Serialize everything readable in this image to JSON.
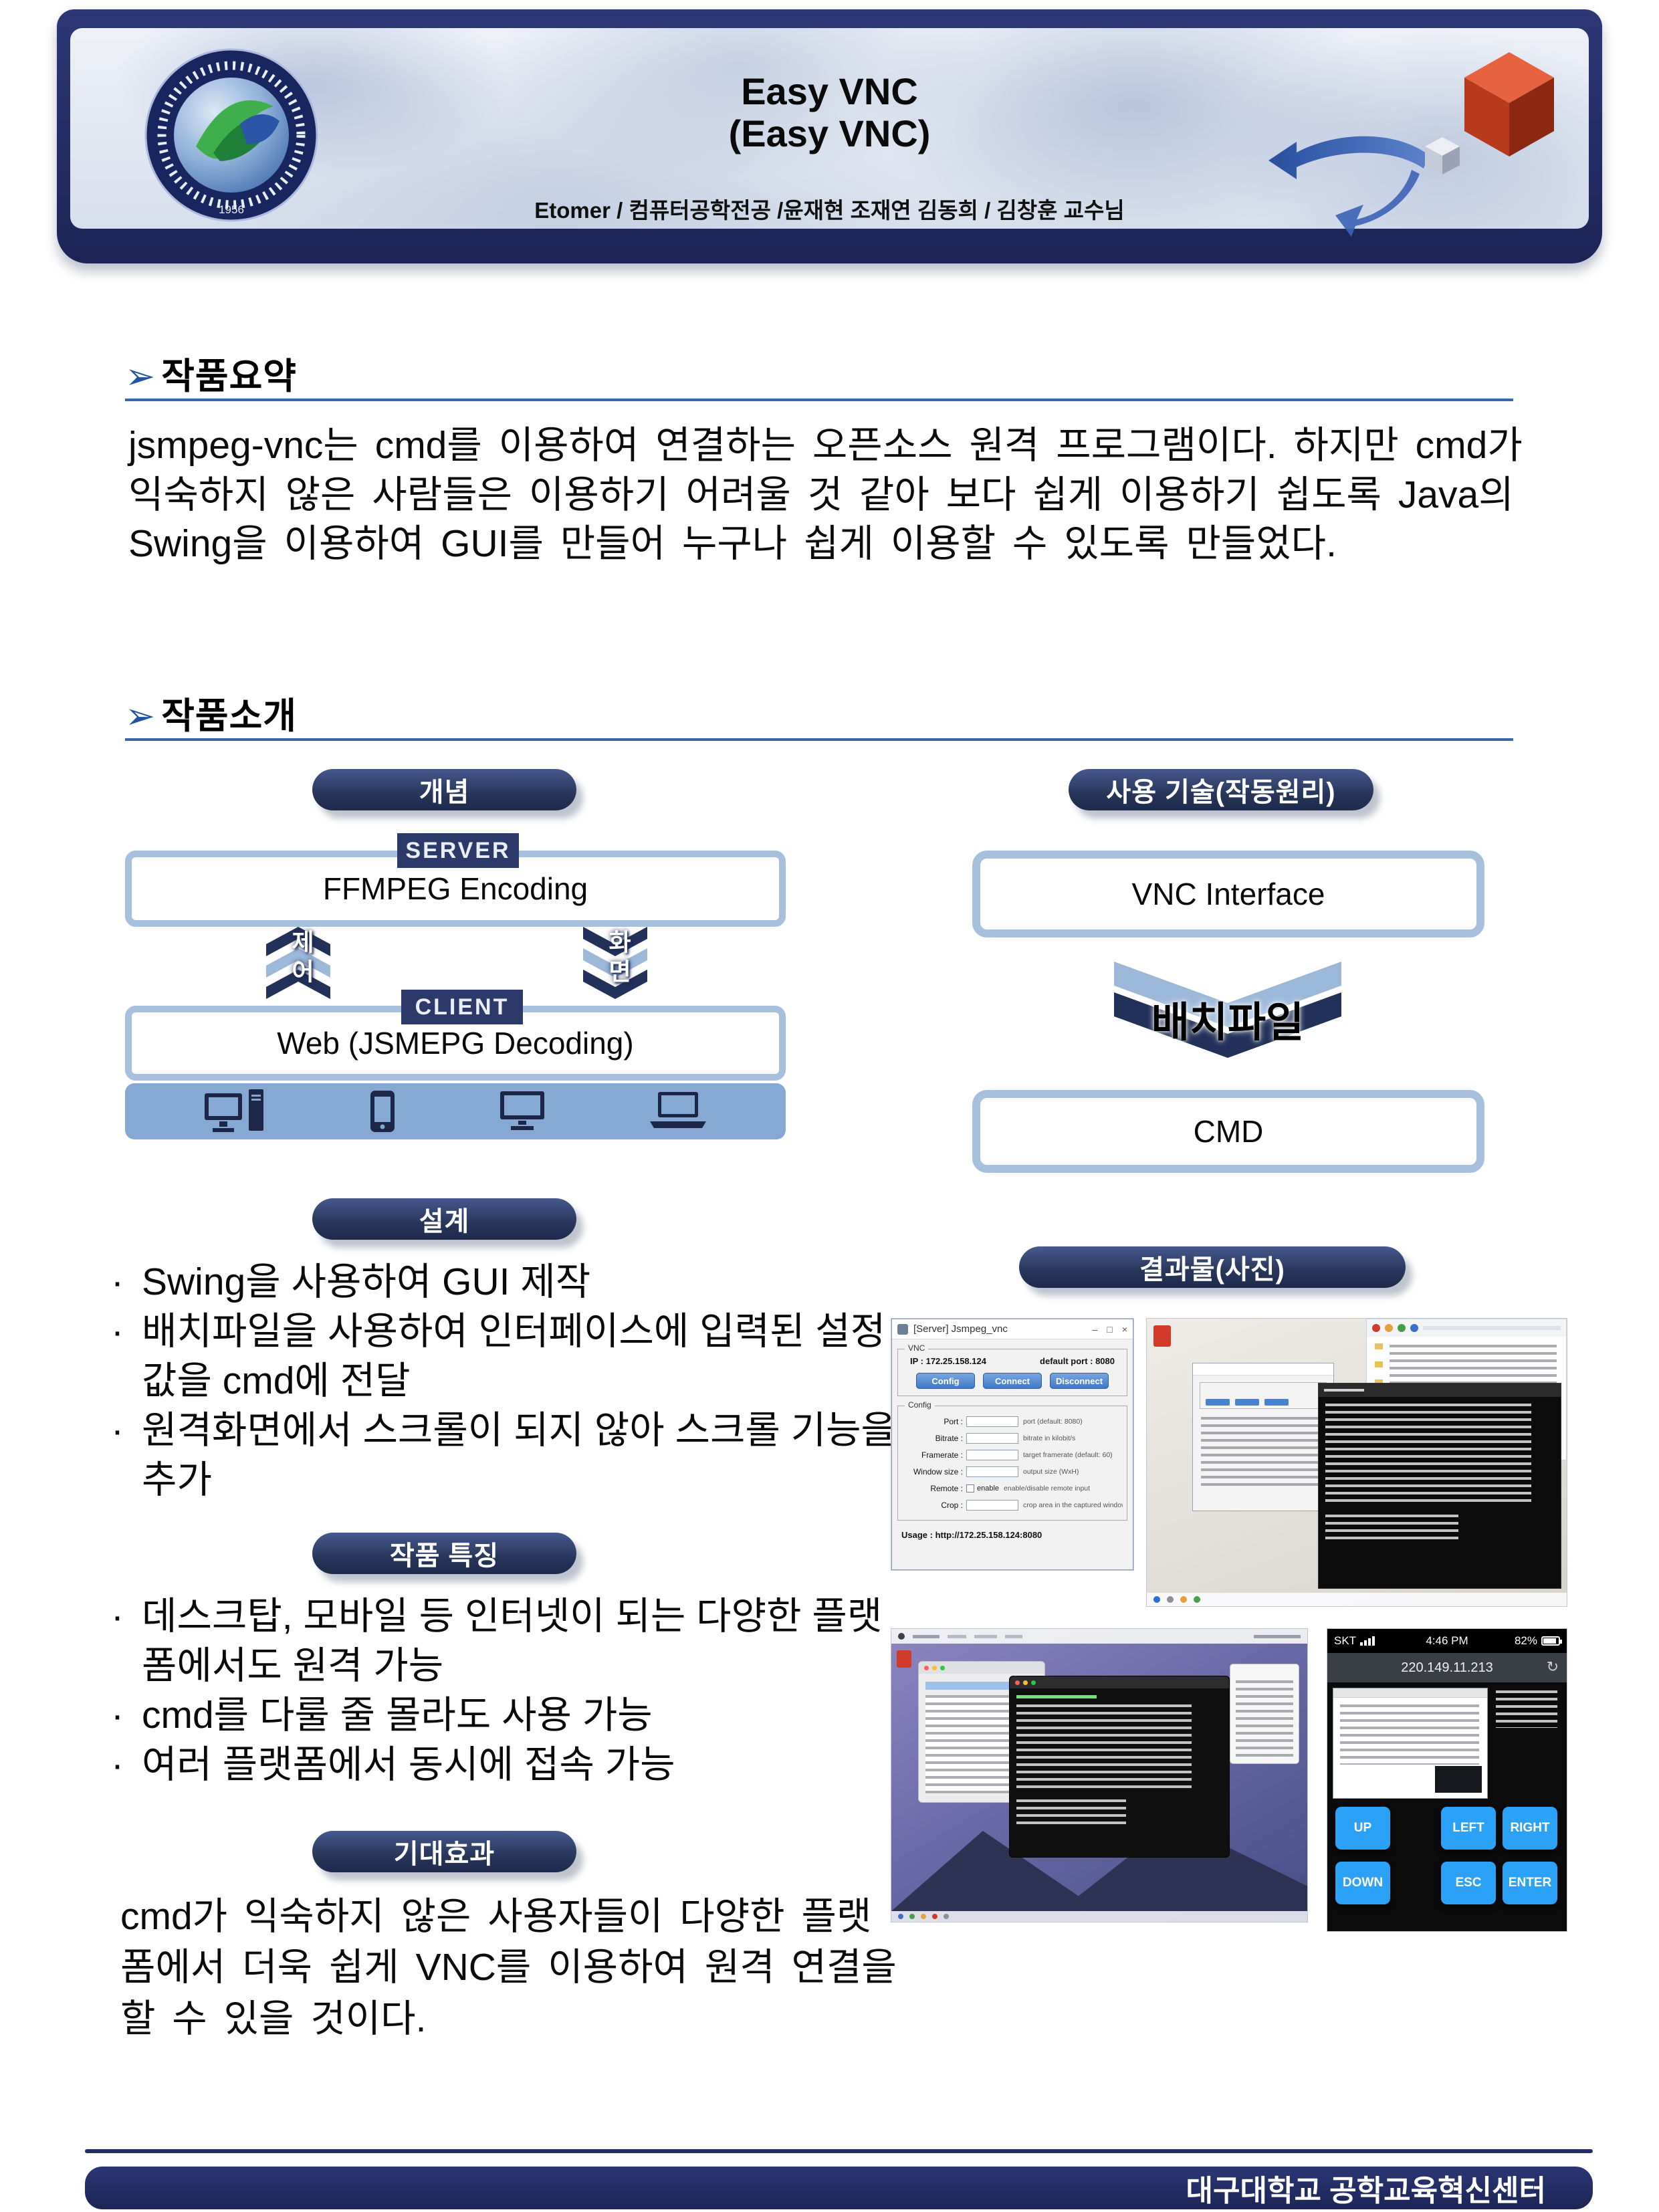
{
  "ui": {
    "arrow": "➢",
    "bullet_char": "·"
  },
  "colors": {
    "navy": "#232e66",
    "accent_blue": "#3a66ad",
    "steel_border": "#a7c0de",
    "band_blue": "#85a9d2",
    "chevron_navy": "#223159",
    "chevron_light": "#9db9da",
    "app_button_blue": "#3e77c6",
    "phone_button_blue": "#2ba1f7",
    "cube_orange": "#d14a2e"
  },
  "header": {
    "title": "Easy VNC",
    "subtitle": "(Easy VNC)",
    "authors": "Etomer / 컴퓨터공학전공 /윤재현 조재연 김동희 / 김창훈 교수님",
    "logo_year": "1956"
  },
  "sections": {
    "summary": {
      "heading": "작품요약",
      "body": "jsmpeg-vnc는 cmd를 이용하여 연결하는 오픈소스 원격 프로그램이다. 하지만 cmd가 익숙하지 않은 사람들은 이용하기 어려울 것 같아 보다 쉽게 이용하기 쉽도록 Java의 Swing을 이용하여 GUI를 만들어 누구나 쉽게 이용할 수 있도록 만들었다."
    },
    "intro": {
      "heading": "작품소개"
    }
  },
  "concept": {
    "pill": "개념",
    "server_label": "SERVER",
    "server_box": "FFMPEG Encoding",
    "arrow_left_label": "제어",
    "arrow_right_label": "화면",
    "client_label": "CLIENT",
    "client_box": "Web (JSMEPG Decoding)"
  },
  "design": {
    "pill": "설계",
    "bullets": [
      "Swing을 사용하여 GUI 제작",
      "배치파일을 사용하여 인터페이스에 입력된 설정값을 cmd에 전달",
      "원격화면에서 스크롤이 되지 않아 스크롤 기능을 추가"
    ]
  },
  "features": {
    "pill": "작품 특징",
    "bullets": [
      "데스크탑, 모바일 등 인터넷이 되는 다양한 플랫폼에서도 원격 가능",
      "cmd를 다룰 줄 몰라도 사용 가능",
      "여러 플랫폼에서 동시에 접속 가능"
    ]
  },
  "expected": {
    "pill": "기대효과",
    "body": "cmd가 익숙하지 않은 사용자들이 다양한 플랫폼에서 더욱 쉽게 VNC를 이용하여 원격 연결을 할 수 있을 것이다."
  },
  "tech": {
    "pill": "사용 기술(작동원리)",
    "vnc_box": "VNC Interface",
    "arrow_label": "배치파일",
    "cmd_box": "CMD"
  },
  "results": {
    "pill": "결과물(사진)",
    "app_window": {
      "title": "[Server] Jsmpeg_vnc",
      "controls": [
        "–",
        "□",
        "×"
      ],
      "group_vnc": "VNC",
      "ip_label": "IP : 172.25.158.124",
      "port_label": "default port : 8080",
      "buttons": [
        "Config",
        "Connect",
        "Disconnect"
      ],
      "group_config": "Config",
      "rows": [
        {
          "label": "Port :",
          "hint": "port (default: 8080)"
        },
        {
          "label": "Bitrate :",
          "hint": "bitrate in kilobit/s"
        },
        {
          "label": "Framerate :",
          "hint": "target framerate (default: 60)"
        },
        {
          "label": "Window size :",
          "hint": "output size (WxH)"
        },
        {
          "label": "Remote :",
          "check": "enable",
          "hint": "enable/disable remote input"
        },
        {
          "label": "Crop :",
          "hint": "crop area in the captured window (X,Y,W,H)"
        }
      ],
      "usage": "Usage : http://172.25.158.124:8080"
    },
    "phone": {
      "carrier": "SKT",
      "time": "4:46 PM",
      "battery": "82%",
      "address": "220.149.11.213",
      "refresh_icon": "↻",
      "buttons": [
        "UP",
        "LEFT",
        "RIGHT",
        "DOWN",
        "ESC",
        "ENTER"
      ]
    }
  },
  "footer": {
    "text": "대구대학교 공학교육혁신센터"
  }
}
